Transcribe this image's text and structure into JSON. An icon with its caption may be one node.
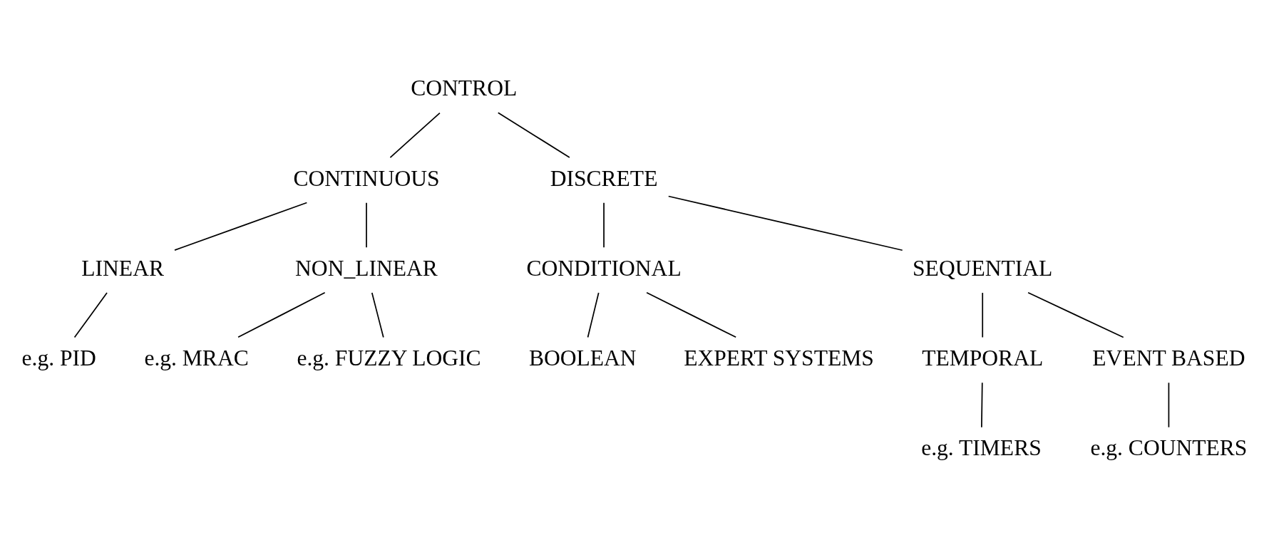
{
  "diagram": {
    "nodes": [
      {
        "text": [
          "CONTROL"
        ]
      },
      {
        "text": [
          "CONTINUOUS"
        ]
      },
      {
        "text": [
          "DISCRETE"
        ]
      },
      {
        "text": [
          "LINEAR"
        ]
      },
      {
        "text": [
          "NON_LINEAR"
        ]
      },
      {
        "text": [
          "CONDITIONAL"
        ]
      },
      {
        "text": [
          "SEQUENTIAL"
        ]
      },
      {
        "text": [
          "e.g. PID"
        ]
      },
      {
        "text": [
          "e.g. MRAC"
        ]
      },
      {
        "text": [
          "e.g. FUZZY LOGIC"
        ]
      },
      {
        "text": [
          "BOOLEAN"
        ]
      },
      {
        "text": [
          "EXPERT SYSTEMS"
        ]
      },
      {
        "text": [
          "TEMPORAL"
        ]
      },
      {
        "text": [
          "EVENT BASED"
        ]
      },
      {
        "text": [
          "e.g. TIMERS"
        ]
      },
      {
        "text": [
          "e.g. COUNTERS"
        ]
      }
    ],
    "edges": [
      {
        "from": 0,
        "to": 1,
        "arrow": "none"
      },
      {
        "from": 0,
        "to": 2,
        "arrow": "none"
      },
      {
        "from": 1,
        "to": 3,
        "arrow": "none"
      },
      {
        "from": 1,
        "to": 4,
        "arrow": "none"
      },
      {
        "from": 2,
        "to": 5,
        "arrow": "none"
      },
      {
        "from": 2,
        "to": 6,
        "arrow": "none"
      },
      {
        "from": 3,
        "to": 7,
        "arrow": "none"
      },
      {
        "from": 4,
        "to": 8,
        "arrow": "none"
      },
      {
        "from": 4,
        "to": 9,
        "arrow": "none"
      },
      {
        "from": 5,
        "to": 10,
        "arrow": "none"
      },
      {
        "from": 5,
        "to": 11,
        "arrow": "none"
      },
      {
        "from": 6,
        "to": 12,
        "arrow": "none"
      },
      {
        "from": 6,
        "to": 13,
        "arrow": "none"
      },
      {
        "from": 12,
        "to": 14,
        "arrow": "none"
      },
      {
        "from": 13,
        "to": 15,
        "arrow": "none"
      }
    ]
  }
}
